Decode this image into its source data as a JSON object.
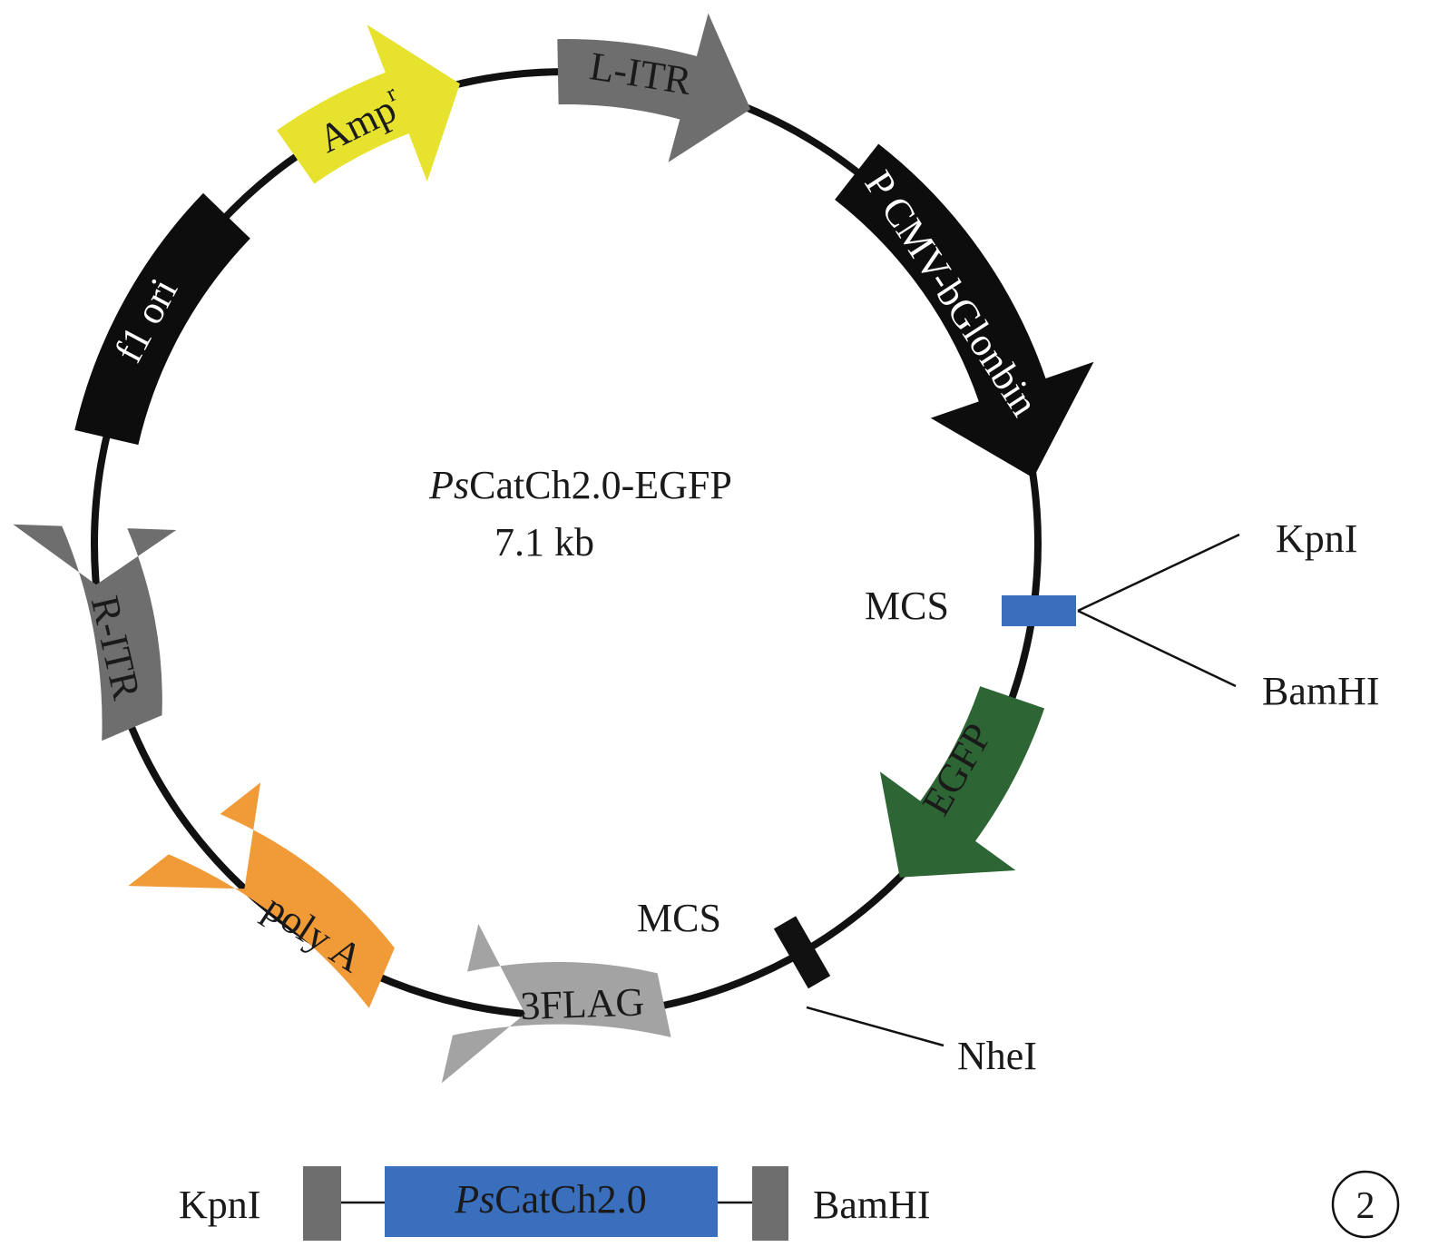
{
  "plasmid": {
    "name_italic": "Ps",
    "name_rest": "CatCh2.0-EGFP",
    "size": "7.1 kb"
  },
  "features": [
    {
      "id": "l-itr",
      "label": "L-ITR",
      "color": "#6e6e6f",
      "text_color": "#1a1a1a"
    },
    {
      "id": "pcmv",
      "label": "P CMV-bGlonbin",
      "color": "#0d0d0d",
      "text_color": "#ffffff"
    },
    {
      "id": "egfp",
      "label": "EGFP",
      "color": "#2e6535",
      "text_color": "#1a1a1a"
    },
    {
      "id": "3flag",
      "label": "3FLAG",
      "color": "#a3a3a3",
      "text_color": "#1a1a1a"
    },
    {
      "id": "polya",
      "label": "poly A",
      "color": "#f09a38",
      "text_color": "#1a1a1a"
    },
    {
      "id": "r-itr",
      "label": "R-ITR",
      "color": "#6e6e6f",
      "text_color": "#1a1a1a"
    },
    {
      "id": "f1ori",
      "label": "f1 ori",
      "color": "#0d0d0d",
      "text_color": "#ffffff"
    },
    {
      "id": "ampr",
      "label": "Amp",
      "label_sup": "r",
      "color": "#e6e22e",
      "text_color": "#1a1a1a"
    }
  ],
  "mcs": [
    {
      "label": "MCS",
      "color": "#3a6fbd",
      "sites": [
        "KpnI",
        "BamHI"
      ]
    },
    {
      "label": "MCS",
      "color": "#111111",
      "sites": [
        "NheI"
      ]
    }
  ],
  "insert": {
    "left_site": "KpnI",
    "right_site": "BamHI",
    "label_italic": "Ps",
    "label_rest": "CatCh2.0",
    "box_color": "#3a6fbd",
    "flank_color": "#6e6e6f"
  },
  "panel_number": "2"
}
